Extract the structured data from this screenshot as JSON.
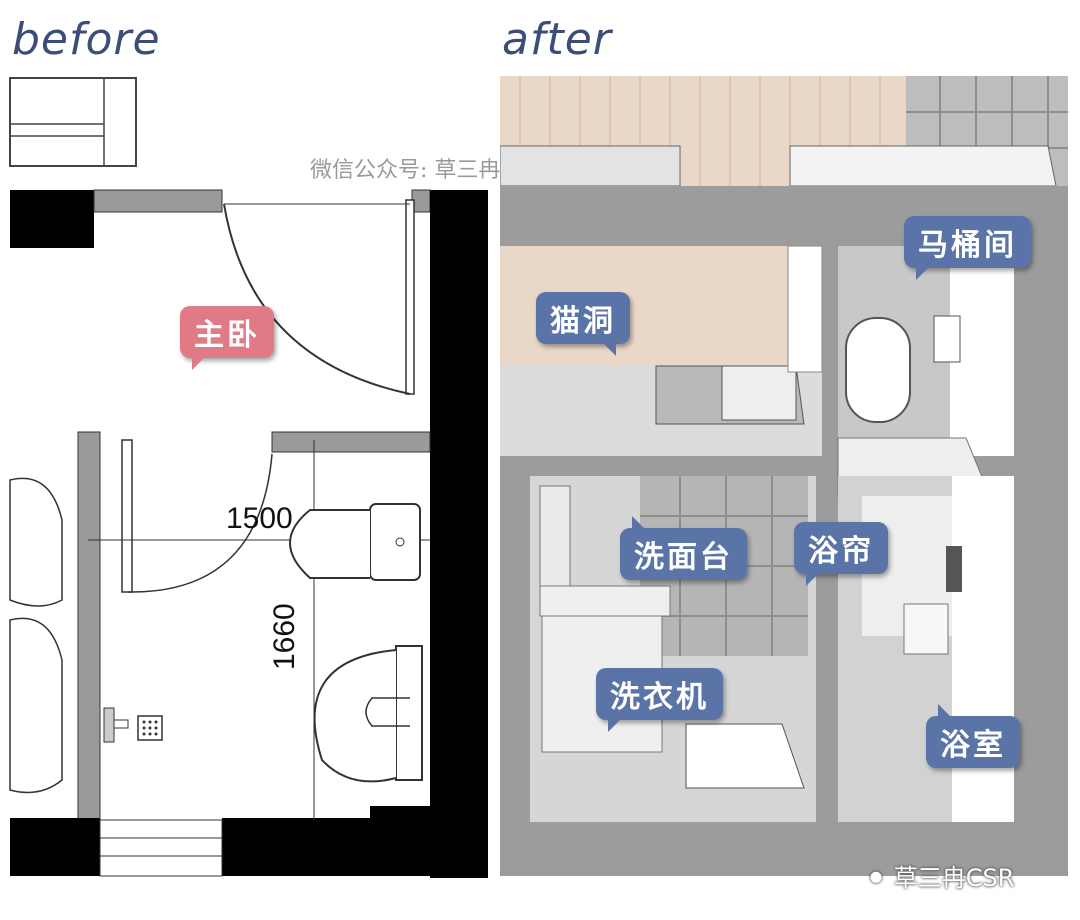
{
  "headings": {
    "before": "before",
    "after": "after"
  },
  "watermark": "微信公众号: 草三冉CSR",
  "before": {
    "room_label": "主卧",
    "dimension_width": "1500",
    "dimension_height": "1660"
  },
  "after": {
    "labels": {
      "toilet_room": "马桶间",
      "cat_hole": "猫洞",
      "vanity": "洗面台",
      "shower_curtain": "浴帘",
      "washing_machine": "洗衣机",
      "bathroom": "浴室"
    }
  },
  "wechat_logo_text": "草三冉CSR",
  "colors": {
    "heading": "#3c4e78",
    "label_blue": "#5b74a8",
    "label_pink": "#e07a86",
    "wall_black": "#000000",
    "wall_grey": "#9a9a9a",
    "wood": "#e9d7c8"
  }
}
